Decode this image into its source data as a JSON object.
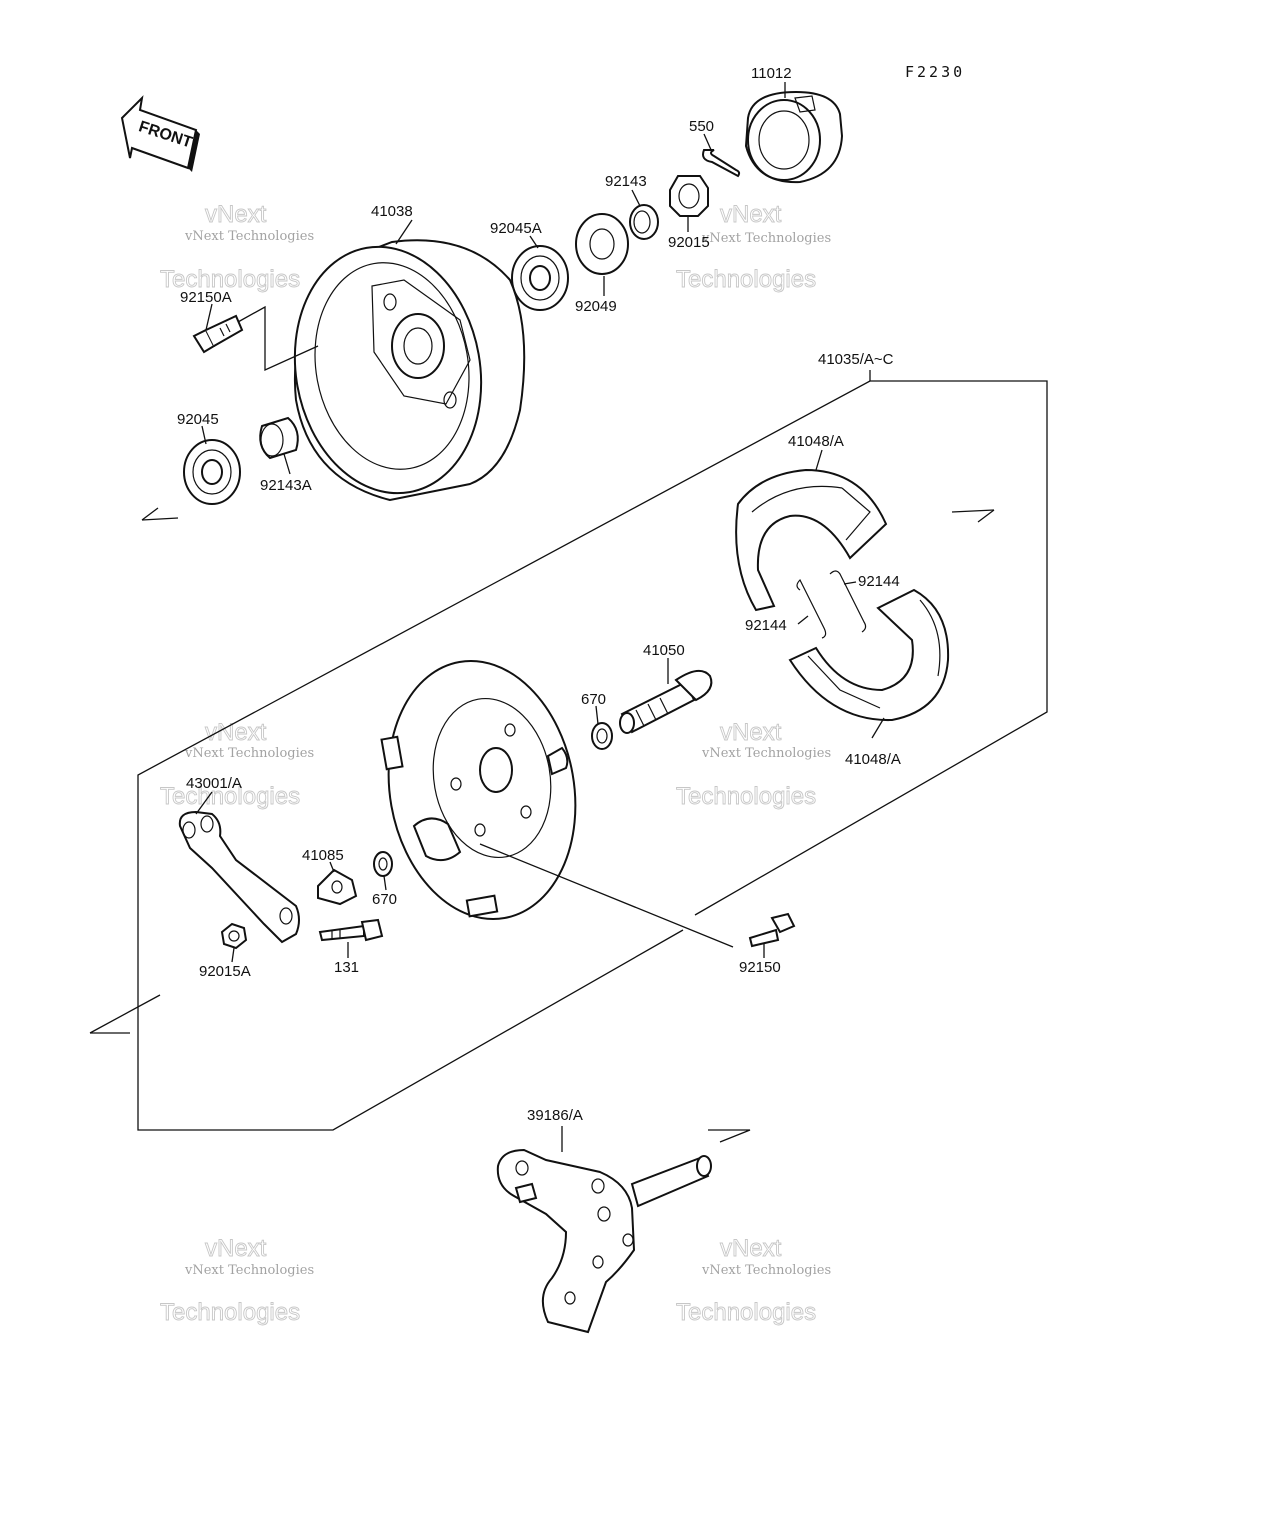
{
  "diagram_code": "F2230",
  "front_arrow_label": "FRONT",
  "watermark": {
    "line1": "vNext Technologies",
    "line2": "Technologies",
    "line3": "vNext"
  },
  "parts": {
    "p11012": "11012",
    "p550": "550",
    "p92143": "92143",
    "p92015": "92015",
    "p41038": "41038",
    "p92045A": "92045A",
    "p92049": "92049",
    "p92150A": "92150A",
    "p92045": "92045",
    "p92143A": "92143A",
    "p41035": "41035/A~C",
    "p41048a": "41048/A",
    "p41048b": "41048/A",
    "p92144a": "92144",
    "p92144b": "92144",
    "p41050": "41050",
    "p670a": "670",
    "p670b": "670",
    "p43001": "43001/A",
    "p41085": "41085",
    "p92015A": "92015A",
    "p131": "131",
    "p92150": "92150",
    "p39186": "39186/A"
  }
}
